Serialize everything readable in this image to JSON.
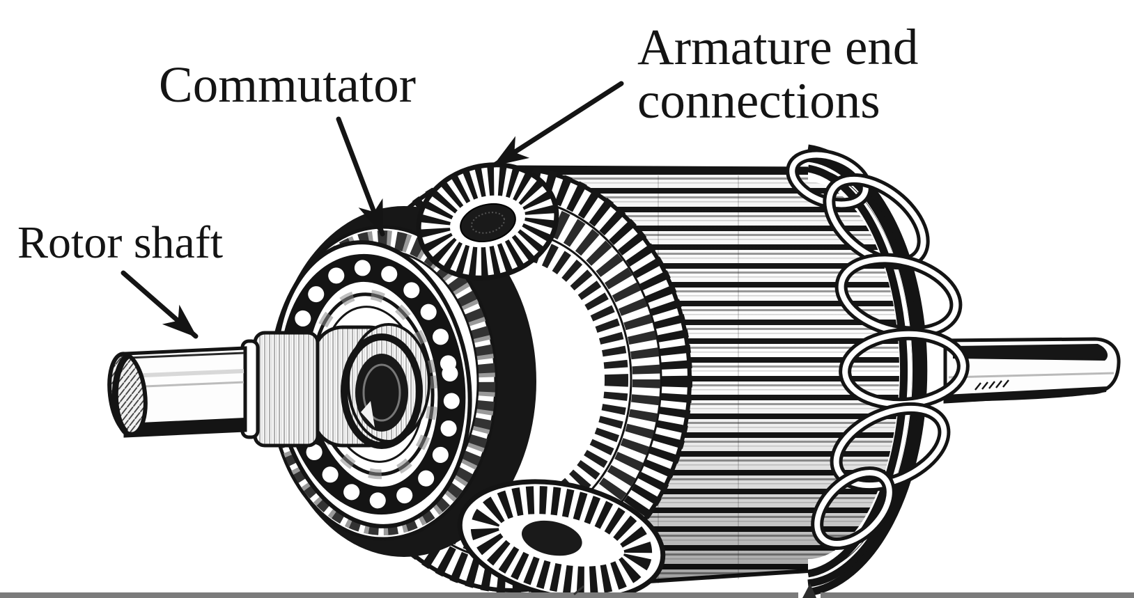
{
  "figure": {
    "type": "technical-illustration",
    "subject": "Electric motor rotor (armature) black-and-white line engraving",
    "labels": {
      "rotor_shaft": "Rotor shaft",
      "commutator": "Commutator",
      "armature_end_connections": "Armature end\nconnections"
    },
    "annotations": [
      {
        "label": "Rotor shaft",
        "arrow_points_to": "shaft projecting from the left end of the rotor"
      },
      {
        "label": "Commutator",
        "arrow_points_to": "segmented commutator and bearing ring at the front of the armature"
      },
      {
        "label": "Armature end connections",
        "arrow_points_to": "winding end-turn bundle at the top of the armature core"
      }
    ],
    "colors": {
      "ink": "#141414",
      "background": "#ffffff",
      "bottom_bar": "#7b7b7b"
    }
  }
}
